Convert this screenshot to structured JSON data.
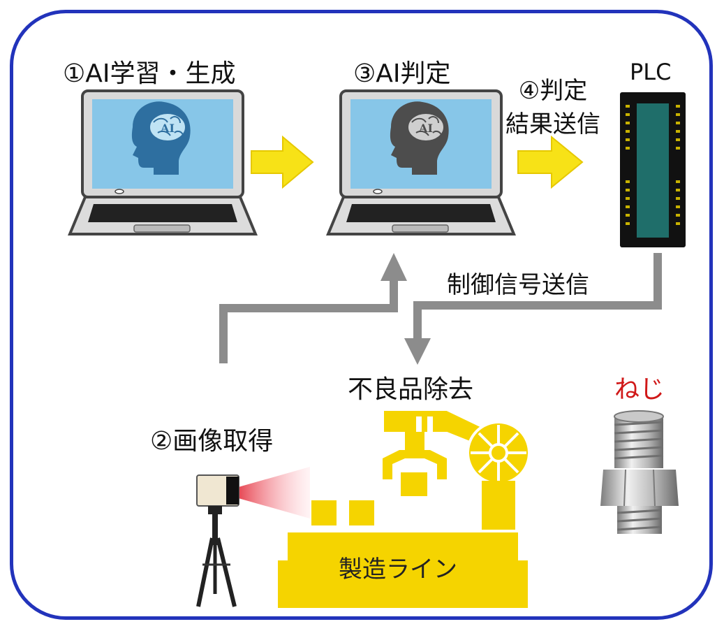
{
  "labels": {
    "step1": "①AI学習・生成",
    "step3": "③AI判定",
    "step4_line1": "④判定",
    "step4_line2": "結果送信",
    "plc": "PLC",
    "control_signal": "制御信号送信",
    "defect_removal": "不良品除去",
    "screw": "ねじ",
    "step2": "②画像取得",
    "production_line": "製造ライン"
  },
  "ai_badge": "AI",
  "colors": {
    "frame": "#2233bb",
    "arrow_yellow": "#f7e217",
    "machine_yellow": "#f5d400",
    "connector_gray": "#8c8c8c",
    "screen_blue": "#87c6e8",
    "screw_red_label": "#d01818"
  },
  "icons": [
    "laptop-icon",
    "ai-brain-icon",
    "plc-icon",
    "robot-arm-icon",
    "camera-tripod-icon",
    "screw-icon"
  ]
}
